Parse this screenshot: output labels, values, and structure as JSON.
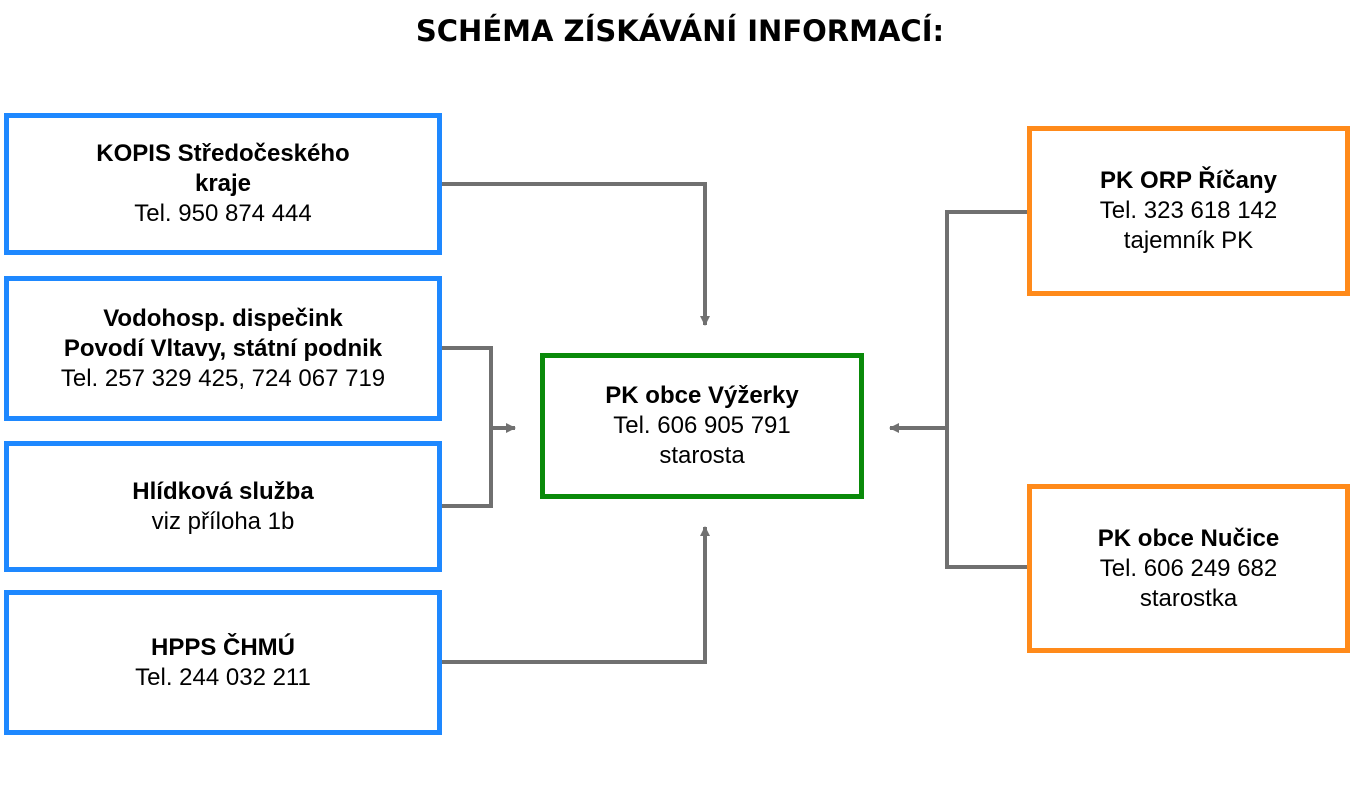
{
  "title": "SCHÉMA ZÍSKÁVÁNÍ INFORMACÍ:",
  "colors": {
    "left_border": "#1e88ff",
    "right_border": "#ff8a1a",
    "center_border": "#0a8a0a",
    "connector": "#707070"
  },
  "center": {
    "head": "PK obce Výžerky",
    "lines": [
      "Tel. 606 905 791",
      "starosta"
    ]
  },
  "left": [
    {
      "head": [
        "KOPIS Středočeského",
        "kraje"
      ],
      "lines": [
        "Tel. 950 874 444"
      ]
    },
    {
      "head": [
        "Vodohosp. dispečink",
        "Povodí Vltavy, státní podnik"
      ],
      "lines": [
        "Tel. 257 329 425, 724 067 719"
      ]
    },
    {
      "head": [
        "Hlídková služba"
      ],
      "lines": [
        "viz příloha 1b"
      ]
    },
    {
      "head": [
        "HPPS ČHMÚ"
      ],
      "lines": [
        "Tel. 244 032 211"
      ]
    }
  ],
  "right": [
    {
      "head": [
        "PK ORP Říčany"
      ],
      "lines": [
        "Tel. 323 618 142",
        "tajemník PK"
      ]
    },
    {
      "head": [
        "PK obce Nučice"
      ],
      "lines": [
        "Tel. 606 249 682",
        "starostka"
      ]
    }
  ]
}
